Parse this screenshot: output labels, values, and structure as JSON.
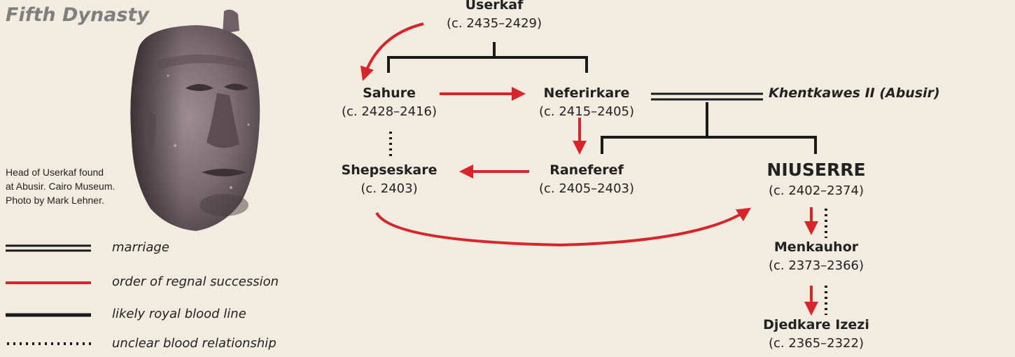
{
  "title": "Fifth Dynasty",
  "photo": {
    "caption_lines": [
      "Head of Userkaf found",
      "at Abusir. Cairo Museum.",
      "Photo by Mark Lehner."
    ]
  },
  "rulers": {
    "userkaf": {
      "name": "Userkaf",
      "dates": "(c. 2435–2429)"
    },
    "sahure": {
      "name": "Sahure",
      "dates": "(c. 2428–2416)"
    },
    "neferirkare": {
      "name": "Neferirkare",
      "dates": "(c. 2415–2405)"
    },
    "shepseskare": {
      "name": "Shepseskare",
      "dates": "(c. 2403)"
    },
    "raneferef": {
      "name": "Raneferef",
      "dates": "(c. 2405–2403)"
    },
    "niuserre": {
      "name": "NIUSERRE",
      "dates": "(c. 2402–2374)"
    },
    "menkauhor": {
      "name": "Menkauhor",
      "dates": "(c. 2373–2366)"
    },
    "djedkare": {
      "name": "Djedkare Izezi",
      "dates": "(c. 2365–2322)"
    }
  },
  "spouse": "Khentkawes II (Abusir)",
  "legend": [
    {
      "id": "marriage",
      "label": "marriage"
    },
    {
      "id": "succession",
      "label": "order of regnal succession"
    },
    {
      "id": "bloodline",
      "label": "likely royal blood line"
    },
    {
      "id": "unclear",
      "label": "unclear blood relationship"
    }
  ],
  "colors": {
    "succession": "#d6262b",
    "bloodline": "#1a1a1a",
    "background": "#f2ebe0"
  }
}
